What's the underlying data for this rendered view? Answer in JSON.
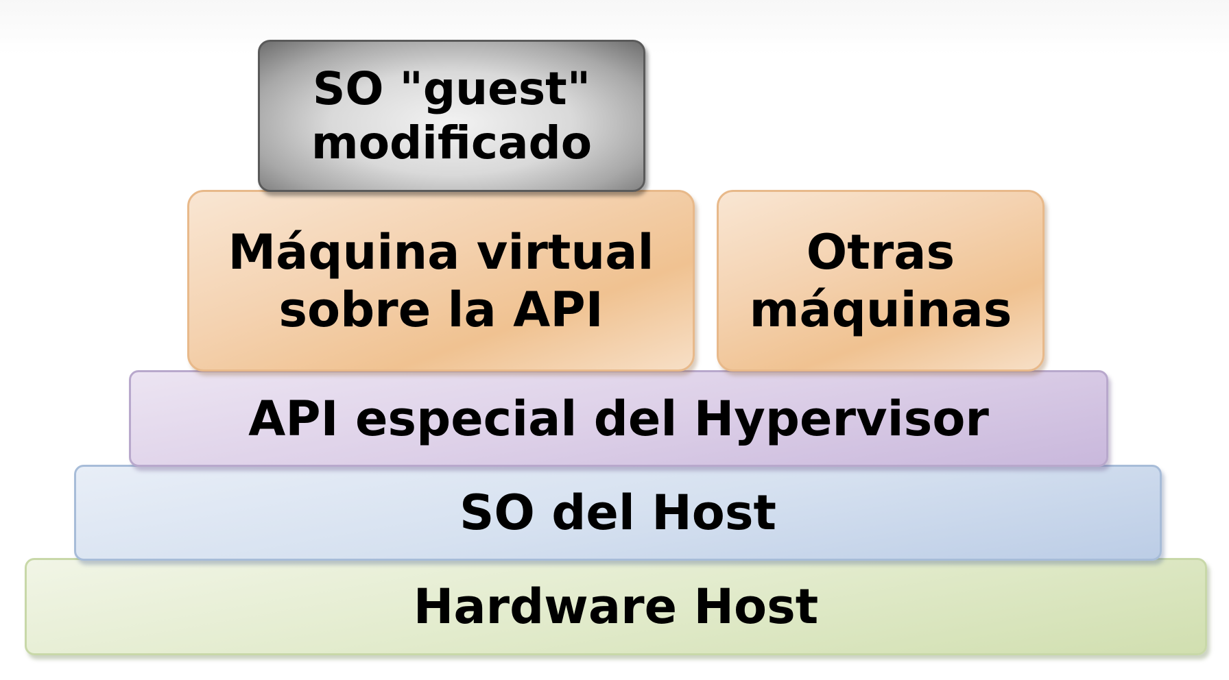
{
  "layers": {
    "guest_os": {
      "line1": "SO \"guest\"",
      "line2": "modificado"
    },
    "virtual_machine": {
      "line1": "Máquina virtual",
      "line2": "sobre la API"
    },
    "other_machines": {
      "line1": "Otras",
      "line2": "máquinas"
    },
    "hypervisor_api": {
      "label": "API especial del Hypervisor"
    },
    "host_os": {
      "label": "SO del Host"
    },
    "hardware": {
      "label": "Hardware Host"
    }
  },
  "colors": {
    "guest_os": "#a8a8a8",
    "virtual_machine": "#f4d2b0",
    "other_machines": "#f4d2b0",
    "hypervisor_api": "#ddd0e8",
    "host_os": "#d6e1f0",
    "hardware": "#e2ebcc"
  }
}
